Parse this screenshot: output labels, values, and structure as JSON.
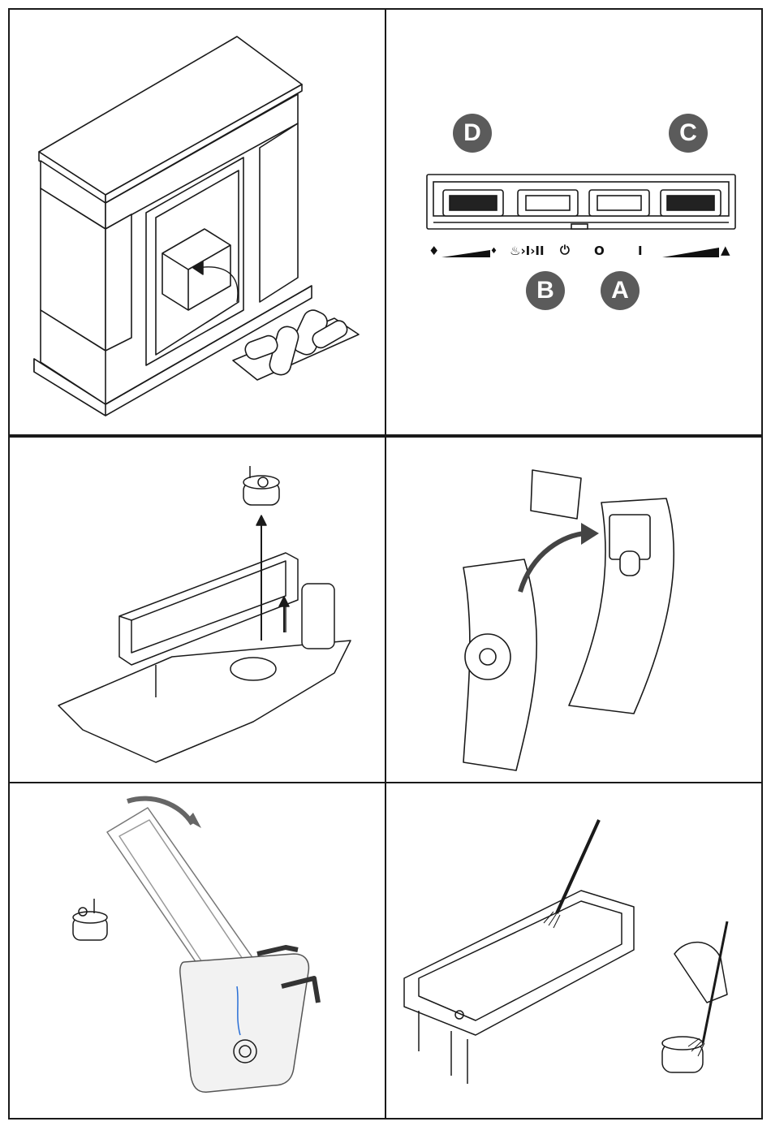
{
  "figure": {
    "description_panels": [
      {
        "id": "p1",
        "subject": "fireplace-assembly"
      },
      {
        "id": "p2",
        "subject": "control-panel"
      },
      {
        "id": "p3",
        "subject": "water-tank-removal"
      },
      {
        "id": "p4",
        "subject": "remote-battery-cover"
      },
      {
        "id": "p5",
        "subject": "tank-emptying"
      },
      {
        "id": "p6",
        "subject": "tank-cleaning"
      }
    ],
    "control_panel": {
      "labels": {
        "a": "A",
        "b": "B",
        "c": "C",
        "d": "D"
      },
      "symbols": {
        "flame_mode": "♨›I›II",
        "power": "⏻",
        "off": "O",
        "on": "I"
      }
    }
  },
  "colors": {
    "badge": "#5b5b5b",
    "line": "#1a1a1a",
    "water": "#2a6fd6"
  }
}
